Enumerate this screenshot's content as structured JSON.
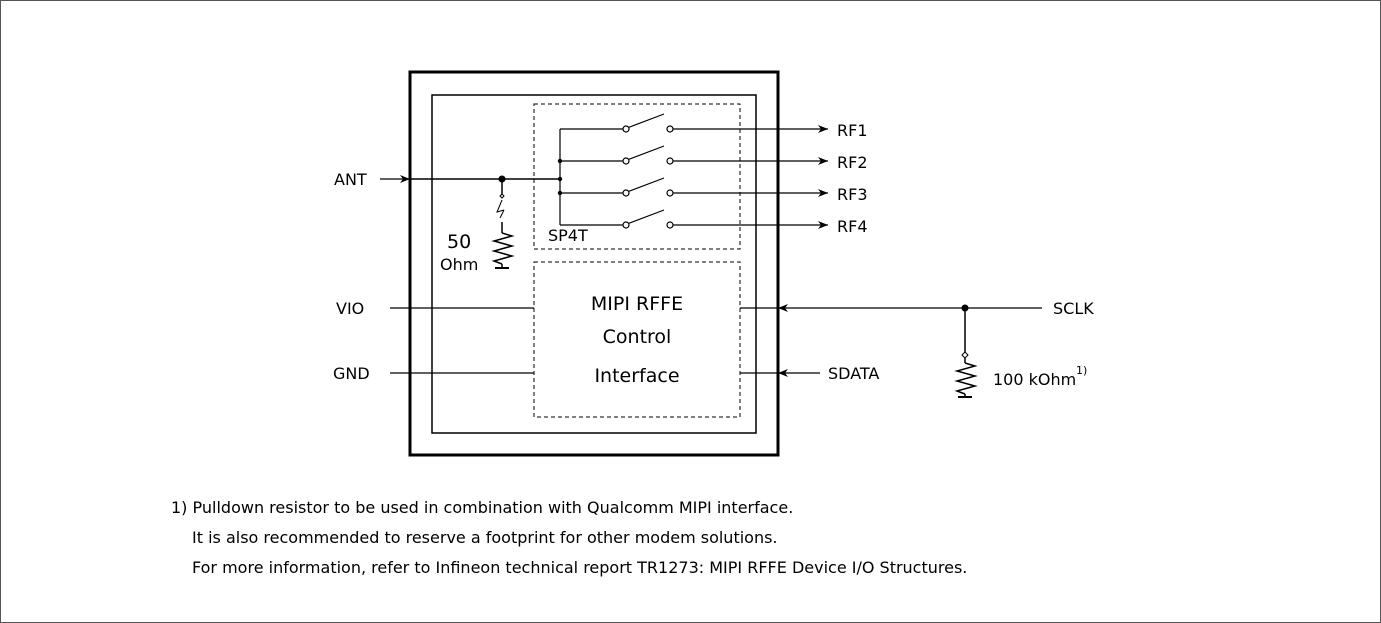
{
  "labels": {
    "ant": "ANT",
    "resistor_50_line1": "50",
    "resistor_50_line2": "Ohm",
    "sp4t": "SP4T",
    "rf_ports": [
      "RF1",
      "RF2",
      "RF3",
      "RF4"
    ],
    "vio": "VIO",
    "gnd": "GND",
    "controller_lines": [
      "MIPI RFFE",
      "Control",
      "Interface"
    ],
    "sclk": "SCLK",
    "sdata": "SDATA",
    "pulldown": "100 kOhm",
    "pulldown_note_ref": "1)"
  },
  "footnotes": [
    "1) Pulldown resistor to be used in combination with Qualcomm MIPI interface.",
    "It is also recommended to reserve a footprint for other modem solutions.",
    "For more information, refer to Infineon technical report TR1273: MIPI RFFE Device I/O Structures."
  ]
}
